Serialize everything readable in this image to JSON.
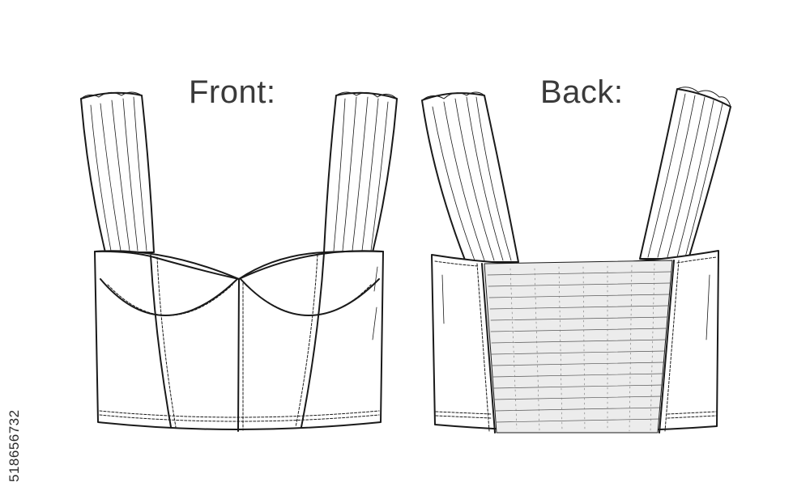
{
  "labels": {
    "front": "Front:",
    "back": "Back:"
  },
  "stock_id": "518656732",
  "colors": {
    "background": "#ffffff",
    "line": "#1a1a1a",
    "label_text": "#3a3a3a"
  }
}
